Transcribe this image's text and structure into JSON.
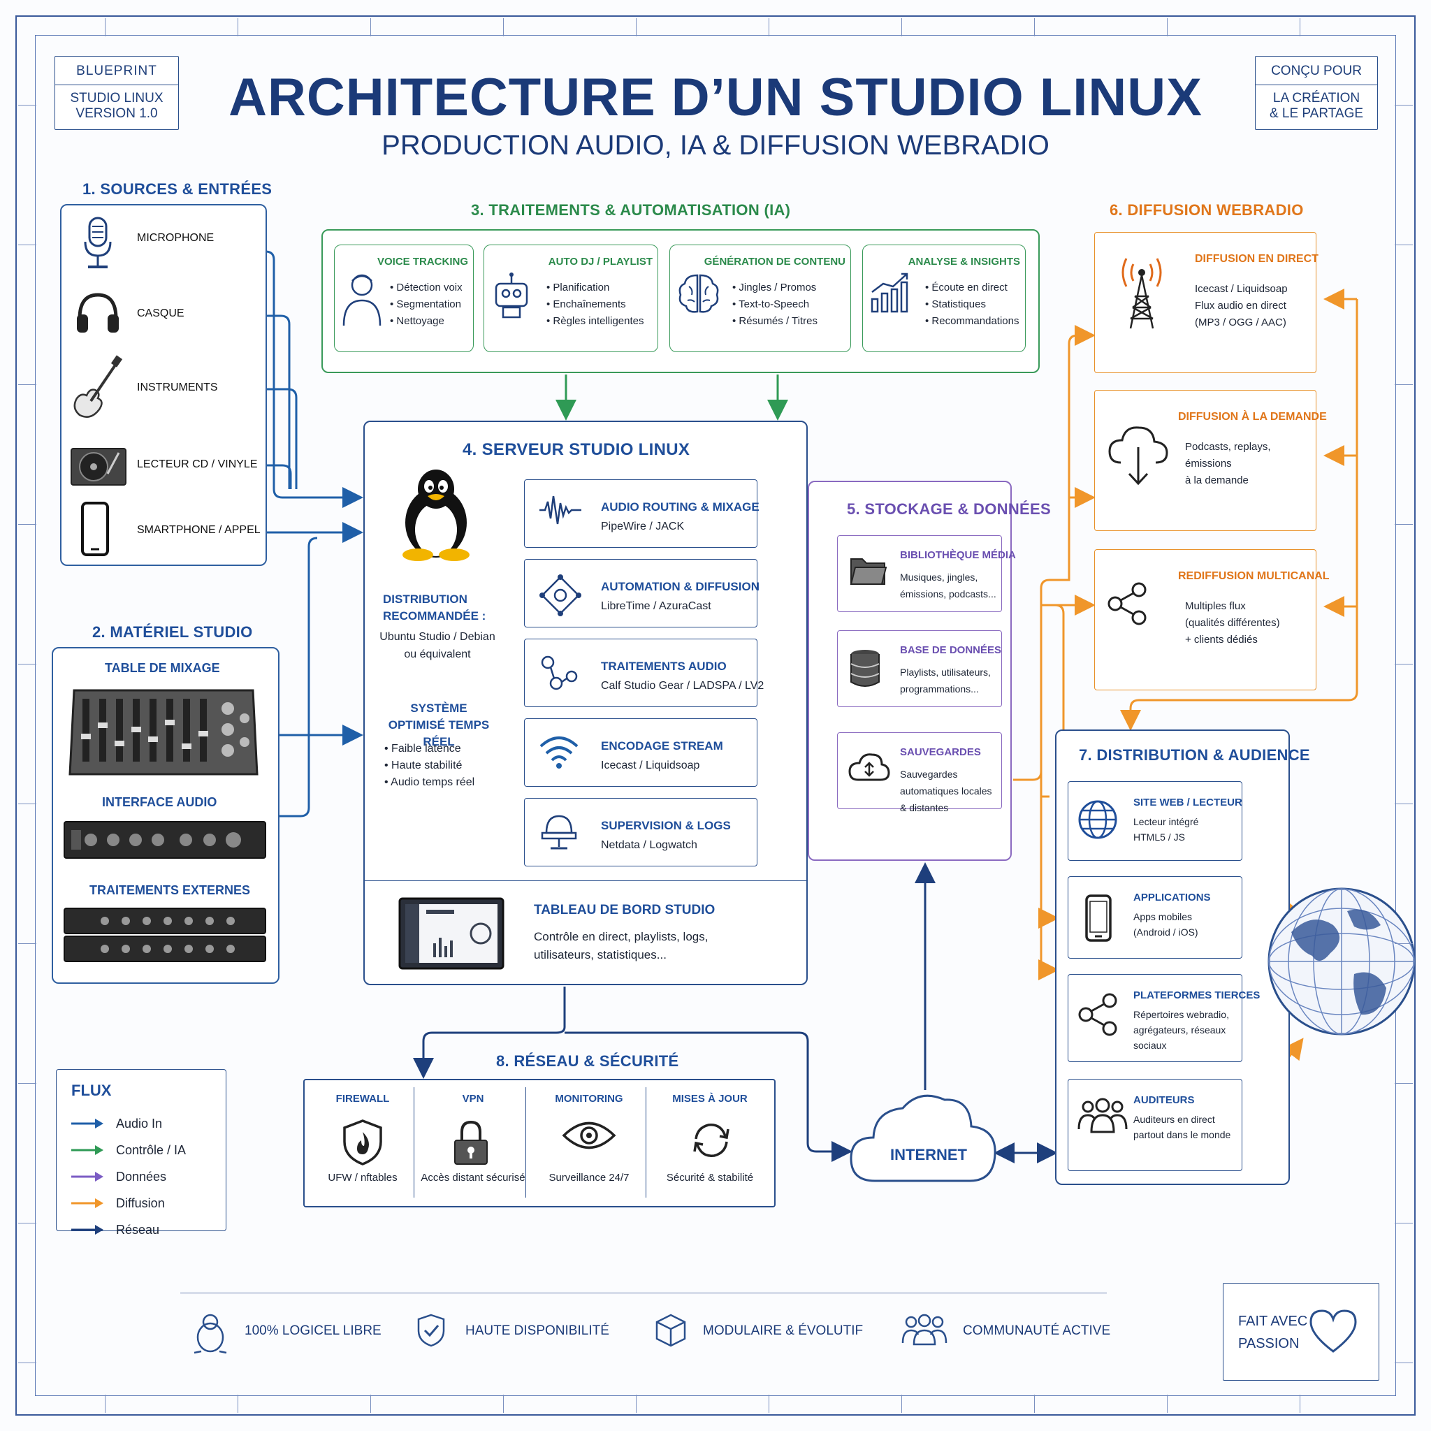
{
  "colors": {
    "audio": "#1f5fa8",
    "control": "#2f9a55",
    "data": "#7b5cc4",
    "diffusion": "#f0962a",
    "network": "#1e3f7c"
  },
  "header": {
    "title": "ARCHITECTURE D’UN STUDIO LINUX",
    "subtitle": "PRODUCTION AUDIO, IA & DIFFUSION WEBRADIO",
    "left_badge": {
      "line1": "BLUEPRINT",
      "line2": "STUDIO LINUX",
      "line3": "VERSION 1.0"
    },
    "right_badge": {
      "line1": "CONÇU POUR",
      "line2": "LA CRÉATION",
      "line3": "& LE PARTAGE"
    }
  },
  "sources": {
    "title": "1. SOURCES & ENTRÉES",
    "items": [
      "MICROPHONE",
      "CASQUE",
      "INSTRUMENTS",
      "LECTEUR CD / VINYLE",
      "SMARTPHONE / APPEL"
    ]
  },
  "materiel": {
    "title": "2. MATÉRIEL STUDIO",
    "items": [
      "TABLE DE MIXAGE",
      "INTERFACE AUDIO",
      "TRAITEMENTS EXTERNES"
    ]
  },
  "ia": {
    "title": "3. TRAITEMENTS & AUTOMATISATION (IA)",
    "cards": [
      {
        "title": "VOICE TRACKING",
        "icon": "person-icon",
        "bullets": [
          "Détection voix",
          "Segmentation",
          "Nettoyage"
        ]
      },
      {
        "title": "AUTO DJ / PLAYLIST",
        "icon": "robot-icon",
        "bullets": [
          "Planification",
          "Enchaînements",
          "Règles intelligentes"
        ]
      },
      {
        "title": "GÉNÉRATION DE CONTENU",
        "icon": "brain-icon",
        "bullets": [
          "Jingles / Promos",
          "Text-to-Speech",
          "Résumés / Titres"
        ]
      },
      {
        "title": "ANALYSE & INSIGHTS",
        "icon": "chart-icon",
        "bullets": [
          "Écoute en direct",
          "Statistiques",
          "Recommandations"
        ]
      }
    ]
  },
  "serveur": {
    "title": "4. SERVEUR STUDIO LINUX",
    "distrib_title": "DISTRIBUTION RECOMMANDÉE :",
    "distrib_text": "Ubuntu Studio / Debian ou équivalent",
    "system_title": "SYSTÈME OPTIMISÉ TEMPS RÉEL",
    "system_bullets": [
      "Faible latence",
      "Haute stabilité",
      "Audio temps réel"
    ],
    "modules": [
      {
        "title": "AUDIO ROUTING & MIXAGE",
        "sub": "PipeWire / JACK",
        "icon": "waveform-icon"
      },
      {
        "title": "AUTOMATION & DIFFUSION",
        "sub": "LibreTime / AzuraCast",
        "icon": "network-node-icon"
      },
      {
        "title": "TRAITEMENTS AUDIO",
        "sub": "Calf Studio Gear / LADSPA / LV2",
        "icon": "graph-icon"
      },
      {
        "title": "ENCODAGE STREAM",
        "sub": "Icecast / Liquidsoap",
        "icon": "wifi-icon"
      },
      {
        "title": "SUPERVISION & LOGS",
        "sub": "Netdata / Logwatch",
        "icon": "monitor-icon"
      }
    ],
    "dashboard_title": "TABLEAU DE BORD STUDIO",
    "dashboard_text": "Contrôle en direct, playlists, logs, utilisateurs, statistiques..."
  },
  "stockage": {
    "title": "5. STOCKAGE & DONNÉES",
    "items": [
      {
        "title": "BIBLIOTHÈQUE MÉDIA",
        "text": "Musiques, jingles, émissions, podcasts...",
        "icon": "folder-icon"
      },
      {
        "title": "BASE DE DONNÉES",
        "text": "Playlists, utilisateurs, programmations...",
        "icon": "database-icon"
      },
      {
        "title": "SAUVEGARDES",
        "text": "Sauvegardes automatiques locales & distantes",
        "icon": "cloud-sync-icon"
      }
    ]
  },
  "webradio": {
    "title": "6. DIFFUSION WEBRADIO",
    "items": [
      {
        "title": "DIFFUSION EN DIRECT",
        "text": [
          "Icecast / Liquidsoap",
          "Flux audio en direct",
          "(MP3 / OGG / AAC)"
        ],
        "icon": "antenna-icon"
      },
      {
        "title": "DIFFUSION À LA DEMANDE",
        "text": [
          "Podcasts, replays,",
          "émissions",
          "à la demande"
        ],
        "icon": "cloud-download-icon"
      },
      {
        "title": "REDIFFUSION MULTICANAL",
        "text": [
          "Multiples flux",
          "(qualités différentes)",
          "+ clients dédiés"
        ],
        "icon": "share-icon"
      }
    ]
  },
  "audience": {
    "title": "7. DISTRIBUTION & AUDIENCE",
    "items": [
      {
        "title": "SITE WEB / LECTEUR",
        "text": [
          "Lecteur intégré",
          "HTML5 / JS"
        ],
        "icon": "globe-icon"
      },
      {
        "title": "APPLICATIONS",
        "text": [
          "Apps mobiles",
          "(Android / iOS)"
        ],
        "icon": "phone-icon"
      },
      {
        "title": "PLATEFORMES TIERCES",
        "text": [
          "Répertoires webradio,",
          "agrégateurs, réseaux",
          "sociaux"
        ],
        "icon": "share-icon"
      },
      {
        "title": "AUDITEURS",
        "text": [
          "Auditeurs en direct",
          "partout dans le monde"
        ],
        "icon": "users-icon"
      }
    ]
  },
  "reseau": {
    "title": "8. RÉSEAU & SÉCURITÉ",
    "items": [
      {
        "title": "FIREWALL",
        "text": "UFW / nftables",
        "icon": "shield-fire-icon"
      },
      {
        "title": "VPN",
        "text": "Accès distant sécurisé",
        "icon": "lock-icon"
      },
      {
        "title": "MONITORING",
        "text": "Surveillance 24/7",
        "icon": "eye-icon"
      },
      {
        "title": "MISES À JOUR",
        "text": "Sécurité & stabilité",
        "icon": "refresh-icon"
      }
    ],
    "internet": "INTERNET"
  },
  "legend": {
    "title": "FLUX",
    "items": [
      {
        "label": "Audio In",
        "color": "#1f5fa8"
      },
      {
        "label": "Contrôle / IA",
        "color": "#2f9a55"
      },
      {
        "label": "Données",
        "color": "#7b5cc4"
      },
      {
        "label": "Diffusion",
        "color": "#f0962a"
      },
      {
        "label": "Réseau",
        "color": "#1e3f7c"
      }
    ]
  },
  "footer": {
    "items": [
      "100% LOGICEL LIBRE",
      "HAUTE DISPONIBILITÉ",
      "MODULAIRE & ÉVOLUTIF",
      "COMMUNAUTÉ ACTIVE"
    ],
    "badge_line1": "FAIT AVEC",
    "badge_line2": "PASSION"
  }
}
